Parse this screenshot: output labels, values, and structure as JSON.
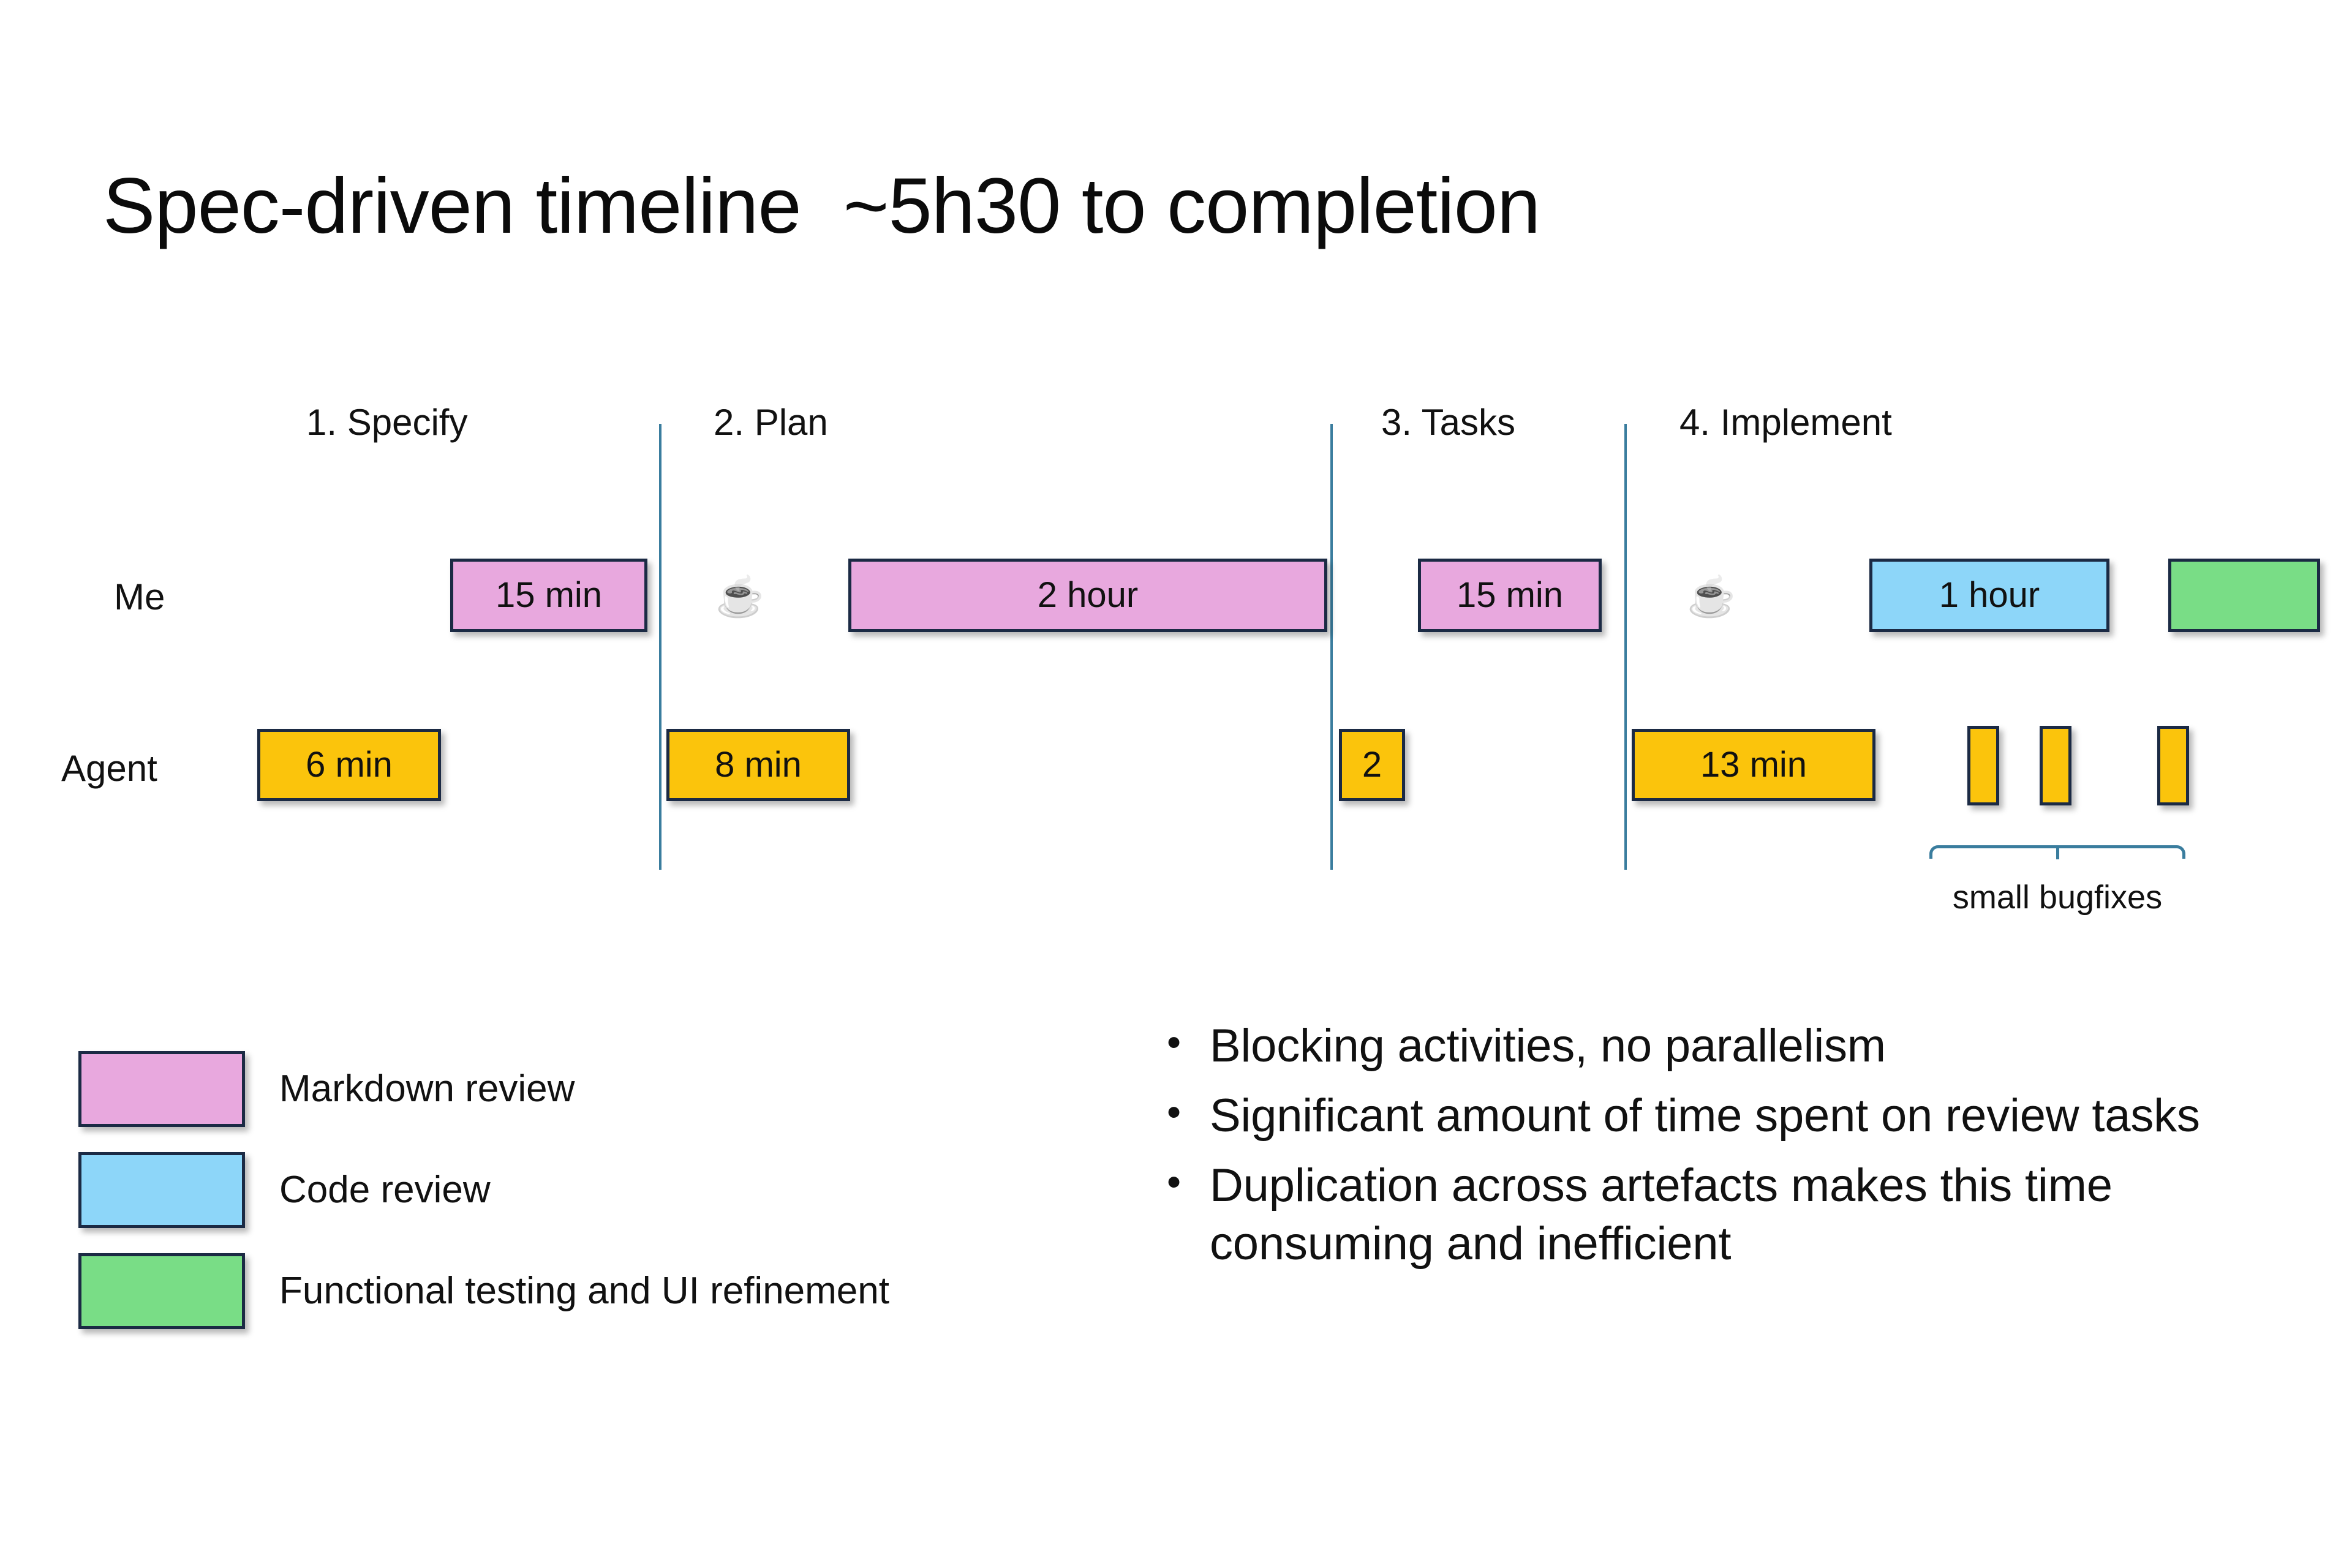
{
  "slide": {
    "title": "Spec-driven timeline  ~5h30 to completion"
  },
  "chart_data": {
    "type": "table",
    "title": "Spec-driven timeline  ~5h30 to completion",
    "row_labels": [
      "Me",
      "Agent"
    ],
    "phases": [
      "1. Specify",
      "2. Plan",
      "3. Tasks",
      "4. Implement"
    ],
    "series": [
      {
        "name": "Me",
        "items": [
          {
            "label": "15 min",
            "phase": "1. Specify",
            "category": "Markdown review",
            "color": "#E8A8DE"
          },
          {
            "label": "2 hour",
            "phase": "2. Plan",
            "category": "Markdown review",
            "color": "#E8A8DE"
          },
          {
            "label": "15 min",
            "phase": "3. Tasks",
            "category": "Markdown review",
            "color": "#E8A8DE"
          },
          {
            "label": "1 hour",
            "phase": "4. Implement",
            "category": "Code review",
            "color": "#8DD6F9"
          },
          {
            "label": "",
            "phase": "4. Implement",
            "category": "Functional testing and UI refinement",
            "color": "#79DD86"
          }
        ]
      },
      {
        "name": "Agent",
        "items": [
          {
            "label": "6 min",
            "phase": "1. Specify",
            "color": "#FBC40C"
          },
          {
            "label": "8 min",
            "phase": "2. Plan",
            "color": "#FBC40C"
          },
          {
            "label": "2",
            "phase": "3. Tasks",
            "color": "#FBC40C"
          },
          {
            "label": "13 min",
            "phase": "4. Implement",
            "color": "#FBC40C"
          },
          {
            "label": "",
            "phase": "4. Implement",
            "color": "#FBC40C",
            "group": "small bugfixes"
          },
          {
            "label": "",
            "phase": "4. Implement",
            "color": "#FBC40C",
            "group": "small bugfixes"
          },
          {
            "label": "",
            "phase": "4. Implement",
            "color": "#FBC40C",
            "group": "small bugfixes"
          }
        ]
      }
    ],
    "annotations": [
      {
        "text": "small bugfixes",
        "kind": "bracket"
      },
      {
        "text": "coffee-break",
        "kind": "icon",
        "glyph": "☕",
        "count": 2
      }
    ],
    "legend": [
      {
        "label": "Markdown review",
        "color": "#E8A8DE"
      },
      {
        "label": "Code review",
        "color": "#8DD6F9"
      },
      {
        "label": "Functional testing and UI refinement",
        "color": "#79DD86"
      }
    ],
    "legend_position": "bottom-left",
    "grid": false
  },
  "timeline": {
    "phase_labels": [
      "1. Specify",
      "2. Plan",
      "3. Tasks",
      "4. Implement"
    ],
    "row_me_label": "Me",
    "row_agent_label": "Agent",
    "me_bars": [
      "15 min",
      "2 hour",
      "15 min",
      "1 hour",
      ""
    ],
    "agent_bars": [
      "6 min",
      "8 min",
      "2",
      "13 min",
      "",
      "",
      ""
    ],
    "bugfix_label": "small bugfixes",
    "coffee_glyph": "☕"
  },
  "legend": {
    "items": [
      {
        "label": "Markdown review",
        "color": "#E8A8DE"
      },
      {
        "label": "Code review",
        "color": "#8DD6F9"
      },
      {
        "label": "Functional testing and UI refinement",
        "color": "#79DD86"
      }
    ]
  },
  "bullets": {
    "marker": "•",
    "items": [
      "Blocking activities, no parallelism",
      "Significant amount of time spent on review tasks",
      "Duplication across artefacts makes this time consuming and inefficient"
    ]
  },
  "colors": {
    "markdown_review": "#E8A8DE",
    "code_review": "#8DD6F9",
    "functional_testing": "#79DD86",
    "agent": "#FBC40C",
    "divider": "#3A7D9E",
    "bar_outline": "#1b2a44",
    "background": "#FFFFFF"
  }
}
